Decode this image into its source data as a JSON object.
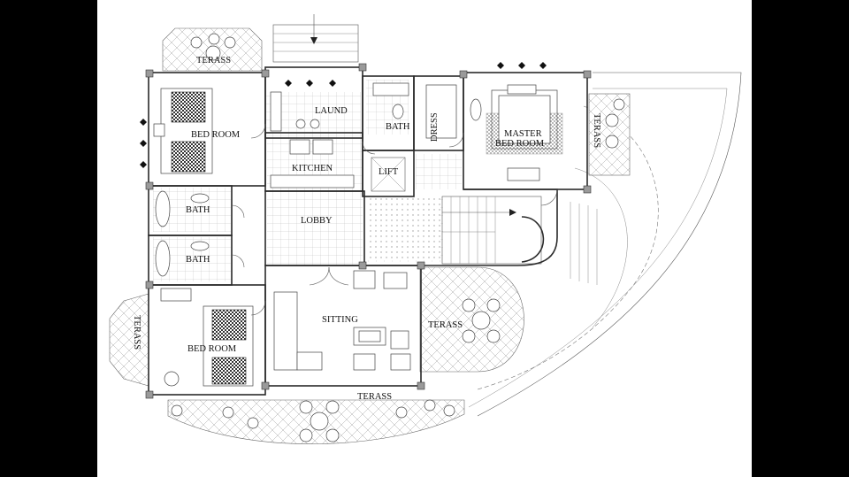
{
  "plan": {
    "rooms": {
      "terass_top": "TERASS",
      "laund": "LAUND",
      "bath_upper": "BATH",
      "dress": "DRESS",
      "master_bed": "MASTER",
      "master_bed_2": "BED ROOM",
      "terass_right": "TERASS",
      "bed_room_top": "BED ROOM",
      "kitchen": "KITCHEN",
      "lift": "LIFT",
      "bath_1": "BATH",
      "lobby": "LOBBY",
      "bath_2": "BATH",
      "sitting": "SITTING",
      "terass_mid": "TERASS",
      "terass_left": "TERASS",
      "bed_room_bottom": "BED ROOM",
      "terass_bottom": "TERASS"
    }
  }
}
